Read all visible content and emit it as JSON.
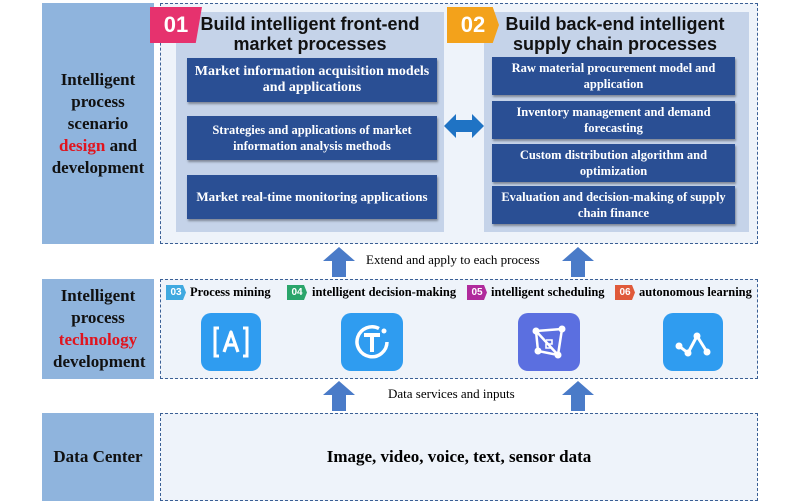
{
  "rows": {
    "design": {
      "label_pre": "Intelligent process scenario",
      "label_red": "design",
      "label_post": "and development"
    },
    "technology": {
      "label_pre": "Intelligent process",
      "label_red": "technology",
      "label_post": "development"
    },
    "data_center": {
      "label": "Data Center"
    }
  },
  "front_end": {
    "number": "01",
    "title": "Build intelligent front-end market processes",
    "items": [
      "Market information acquisition models and applications",
      "Strategies and applications of market information analysis methods",
      "Market real-time monitoring applications"
    ]
  },
  "back_end": {
    "number": "02",
    "title": "Build back-end intelligent supply chain processes",
    "items": [
      "Raw material procurement model and application",
      "Inventory management and demand forecasting",
      "Custom distribution algorithm and optimization",
      "Evaluation and decision-making of supply chain finance"
    ]
  },
  "captions": {
    "extend": "Extend and apply to each process",
    "data_services": "Data services and inputs"
  },
  "technologies": [
    {
      "number": "03",
      "label": "Process mining",
      "color": "#3fa9e0",
      "icon": "text-recognition-icon"
    },
    {
      "number": "04",
      "label": "intelligent decision-making",
      "color": "#2aa56b",
      "icon": "circle-t-icon"
    },
    {
      "number": "05",
      "label": "intelligent scheduling",
      "color": "#b02a9c",
      "icon": "graph-nodes-icon"
    },
    {
      "number": "06",
      "label": "autonomous learning",
      "color": "#e05a3a",
      "icon": "line-chart-icon"
    }
  ],
  "data_center_text": "Image, video, voice, text, sensor data",
  "colors": {
    "badge_01": "#e6326e",
    "badge_02": "#f3a21b",
    "item_bg": "#2a4f94",
    "arrow": "#4a7bc8",
    "label_bg": "#8fb4dd"
  }
}
